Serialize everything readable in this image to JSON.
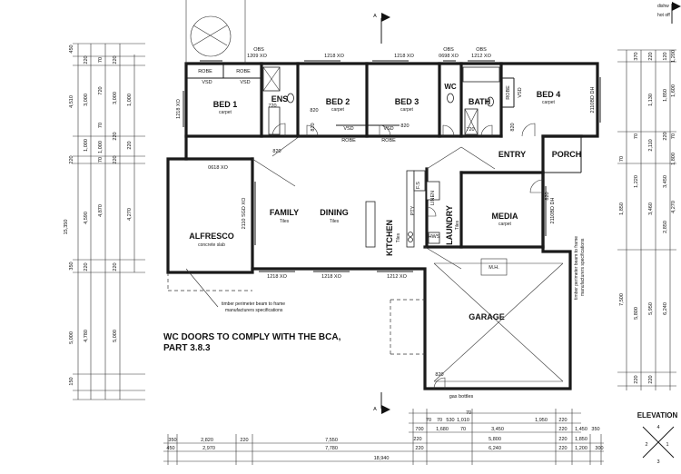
{
  "rooms": {
    "bed1": {
      "name": "BED 1",
      "floor": "carpet"
    },
    "ens": {
      "name": "ENS"
    },
    "bed2": {
      "name": "BED 2",
      "floor": "carpet"
    },
    "bed3": {
      "name": "BED 3",
      "floor": "carpet"
    },
    "wc": {
      "name": "WC"
    },
    "bath": {
      "name": "BATH"
    },
    "bed4": {
      "name": "BED 4",
      "floor": "carpet"
    },
    "entry": {
      "name": "ENTRY"
    },
    "porch": {
      "name": "PORCH"
    },
    "family": {
      "name": "FAMILY",
      "floor": "Tiles"
    },
    "dining": {
      "name": "DINING",
      "floor": "Tiles"
    },
    "kitchen": {
      "name": "KITCHEN",
      "floor": "Tiles"
    },
    "laundry": {
      "name": "LAUNDRY",
      "floor": "Tiles"
    },
    "media": {
      "name": "MEDIA",
      "floor": "carpet"
    },
    "alfresco": {
      "name": "ALFRESCO",
      "floor": "concrete slab"
    },
    "garage": {
      "name": "GARAGE"
    }
  },
  "labels": {
    "robe": "ROBE",
    "vsd": "VSD",
    "pty": "PTY",
    "fs": "F.S",
    "linen": "LINEN",
    "mh": "M.H.",
    "gas": "gas bottles",
    "tap_shut": "dishw",
    "hw": "HWS",
    "cool": "hot off"
  },
  "windows": {
    "top": [
      "OBS",
      "1209 XO",
      "1218 XO",
      "1218 XO",
      "OBS",
      "0698 XO",
      "OBS",
      "1212 XO"
    ],
    "bottom": [
      "1218 XO",
      "1218 XO",
      "1212 XO"
    ],
    "alfresco_top": "0618 XO",
    "alfresco_side": "2110 SGD XO",
    "bed1_side": "1218 XO",
    "bed4_side": "2110BD DH",
    "media_side": "2110BD DH"
  },
  "doors": [
    "720",
    "820",
    "820",
    "820",
    "720",
    "820",
    "820",
    "820",
    "820"
  ],
  "notes": {
    "wc": "WC DOORS TO COMPLY WITH THE BCA,",
    "wc2": "PART 3.8.3",
    "beam": "timber perimeter beam to frame",
    "beam2": "manufacturers specifications",
    "beam_r": "timber perimeter beam to frame",
    "beam_r2": "manufacturers specifications"
  },
  "markers": {
    "north": "A",
    "south": "A"
  },
  "elevation": {
    "title": "ELEVATION",
    "n": [
      "1",
      "2",
      "3",
      "4"
    ]
  },
  "dims_left": {
    "col1": [
      "450",
      "4,510",
      "220",
      "4,590",
      "350",
      "5,000",
      "150",
      "15,350"
    ],
    "col2": [
      "220",
      "3,000",
      "1,000",
      "4,870",
      "220",
      "4,780"
    ],
    "col3": [
      "70",
      "720",
      "70",
      "1,000",
      "70",
      "220",
      "4,270"
    ],
    "col4": [
      "220",
      "3,000",
      "220",
      "1,000",
      "220",
      "5,000",
      "220"
    ]
  },
  "dims_right": {
    "col1": [
      "1,200",
      "1,600",
      "70",
      "1,800",
      "4,270",
      "7,500",
      "5,800",
      "220",
      "220"
    ],
    "col2": [
      "220",
      "1,130",
      "2,110",
      "3,460",
      "5,950",
      "6,240"
    ],
    "col3": [
      "120",
      "1,850",
      "220",
      "3,450",
      "2,850"
    ],
    "col4": [
      "370",
      "70",
      "1,220",
      "70",
      "1,850"
    ]
  },
  "dims_bottom": {
    "r1": [
      "70",
      "70",
      "530",
      "1,010",
      "70"
    ],
    "r2": [
      "700",
      "1,680",
      "70",
      "3,450",
      "1,950",
      "220"
    ],
    "r3": [
      "220",
      "220",
      "5,800",
      "220",
      "1,450",
      "350"
    ],
    "r4": [
      "350",
      "2,820",
      "220",
      "7,550",
      "220",
      "1,850",
      "220"
    ],
    "r5": [
      "450",
      "2,970",
      "7,780",
      "6,240",
      "1,200",
      "300"
    ],
    "total": "18,940"
  }
}
